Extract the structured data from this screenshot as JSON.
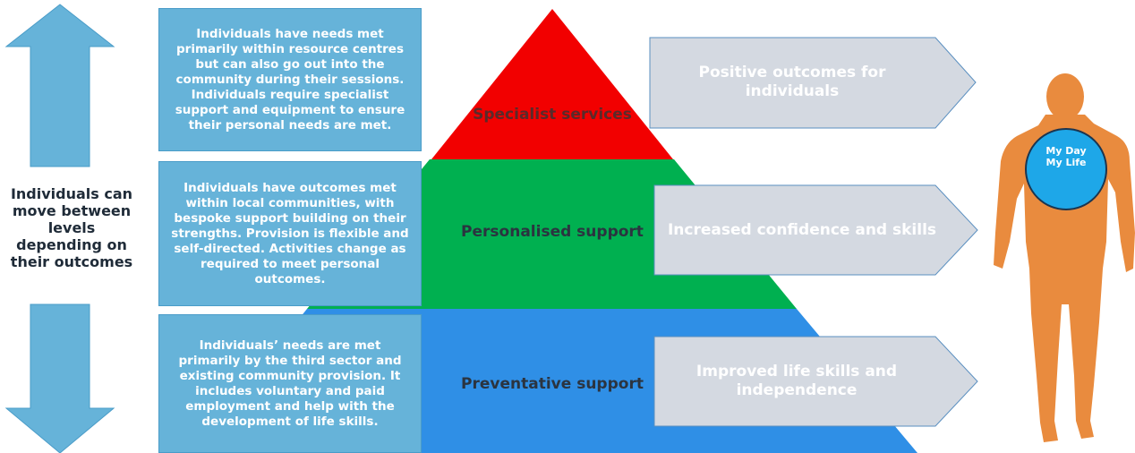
{
  "side_note": "Individuals can move between levels depending on their outcomes",
  "levels": [
    {
      "label": "Specialist services",
      "color": "#f20000",
      "description": "Individuals have needs met primarily within resource centres but can also go out into the community during their sessions. Individuals require specialist support and equipment to ensure their personal needs are met.",
      "outcome": "Positive outcomes for individuals"
    },
    {
      "label": "Personalised support",
      "color": "#00b050",
      "description": "Individuals have outcomes met within local communities, with bespoke support building on their strengths. Provision is flexible and self-directed. Activities change as required to meet personal outcomes.",
      "outcome": "Increased confidence and skills"
    },
    {
      "label": "Preventative support",
      "color": "#2f8fe6",
      "description": "Individuals’ needs are met primarily by the third sector and existing community provision. It includes voluntary and paid employment and help with the development of life skills.",
      "outcome": "Improved life skills and independence"
    }
  ],
  "badge": "My Day My Life",
  "colors": {
    "box": "#66b3d9",
    "arrow": "#66b3d9",
    "outcome_arrow": "#d4d9e1",
    "figure": "#e98b3e",
    "badge": "#1ea7e8"
  }
}
